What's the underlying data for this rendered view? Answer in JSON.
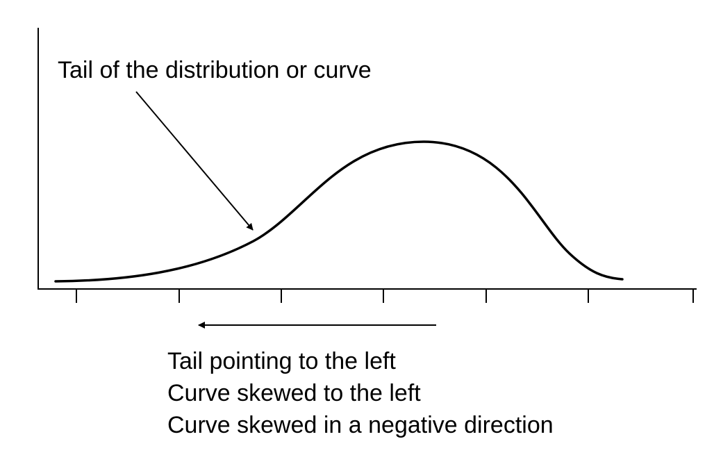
{
  "annotations": {
    "tail_label": "Tail of the distribution or curve",
    "caption": [
      "Tail pointing to the left",
      "Curve skewed to the left",
      "Curve skewed in a negative direction"
    ]
  },
  "style": {
    "stroke_color": "#000000",
    "background": "#ffffff"
  },
  "diagram": {
    "type": "left-skewed distribution curve",
    "x_axis_tick_count": 7,
    "direction_arrow": "left"
  }
}
